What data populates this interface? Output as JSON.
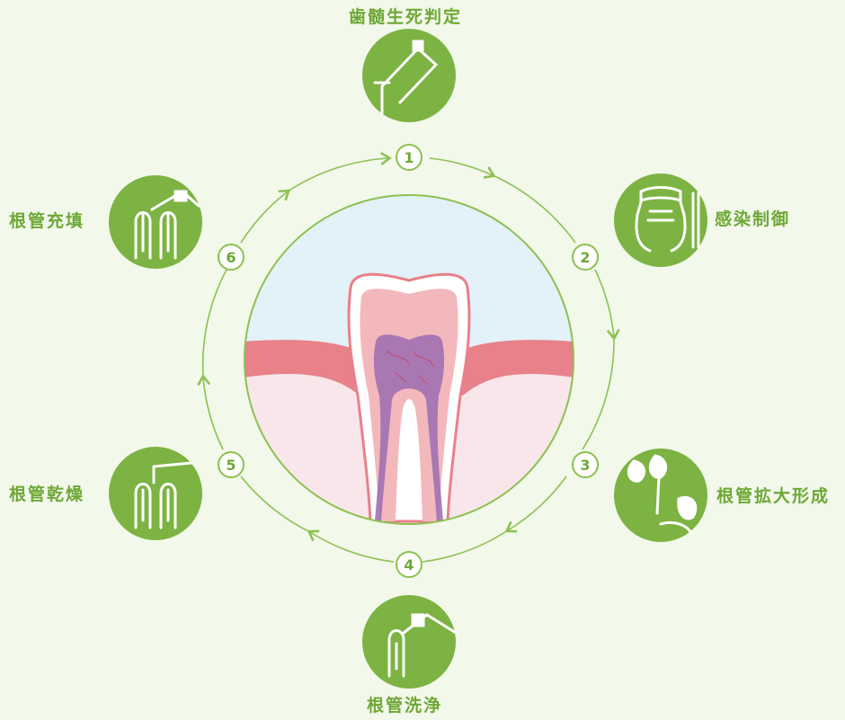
{
  "theme": {
    "green": "#7cb342",
    "ring": "#8cc152",
    "label_color": "#6ea836",
    "gum": "#e8818a",
    "sky": "#e2f0f7",
    "pulp": "#9b6bb0"
  },
  "steps": [
    {
      "number": "1",
      "label": "歯髄生死判定",
      "icon": "dental-drill-icon"
    },
    {
      "number": "2",
      "label": "感染制御",
      "icon": "rubber-dam-clamp-icon"
    },
    {
      "number": "3",
      "label": "根管拡大形成",
      "icon": "root-canal-file-icon"
    },
    {
      "number": "4",
      "label": "根管洗浄",
      "icon": "irrigation-syringe-icon"
    },
    {
      "number": "5",
      "label": "根管乾燥",
      "icon": "paper-point-icon"
    },
    {
      "number": "6",
      "label": "根管充填",
      "icon": "filling-injector-icon"
    }
  ]
}
